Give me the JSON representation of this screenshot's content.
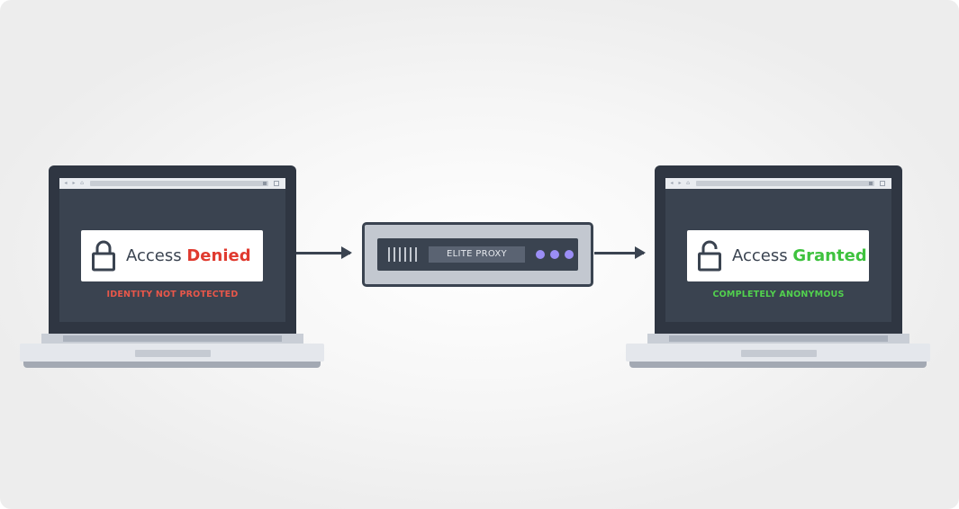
{
  "left_laptop": {
    "status_prefix": "Access",
    "status_word": "Denied",
    "caption": "IDENTITY NOT PROTECTED",
    "lock_icon": "lock-closed-icon"
  },
  "proxy": {
    "label": "ELITE PROXY"
  },
  "right_laptop": {
    "status_prefix": "Access",
    "status_word": "Granted",
    "caption": "COMPLETELY ANONYMOUS",
    "lock_icon": "lock-open-icon"
  },
  "colors": {
    "denied": "#e03a2f",
    "granted": "#3ec23e",
    "dark": "#3a4350",
    "led": "#9b8ef6"
  }
}
